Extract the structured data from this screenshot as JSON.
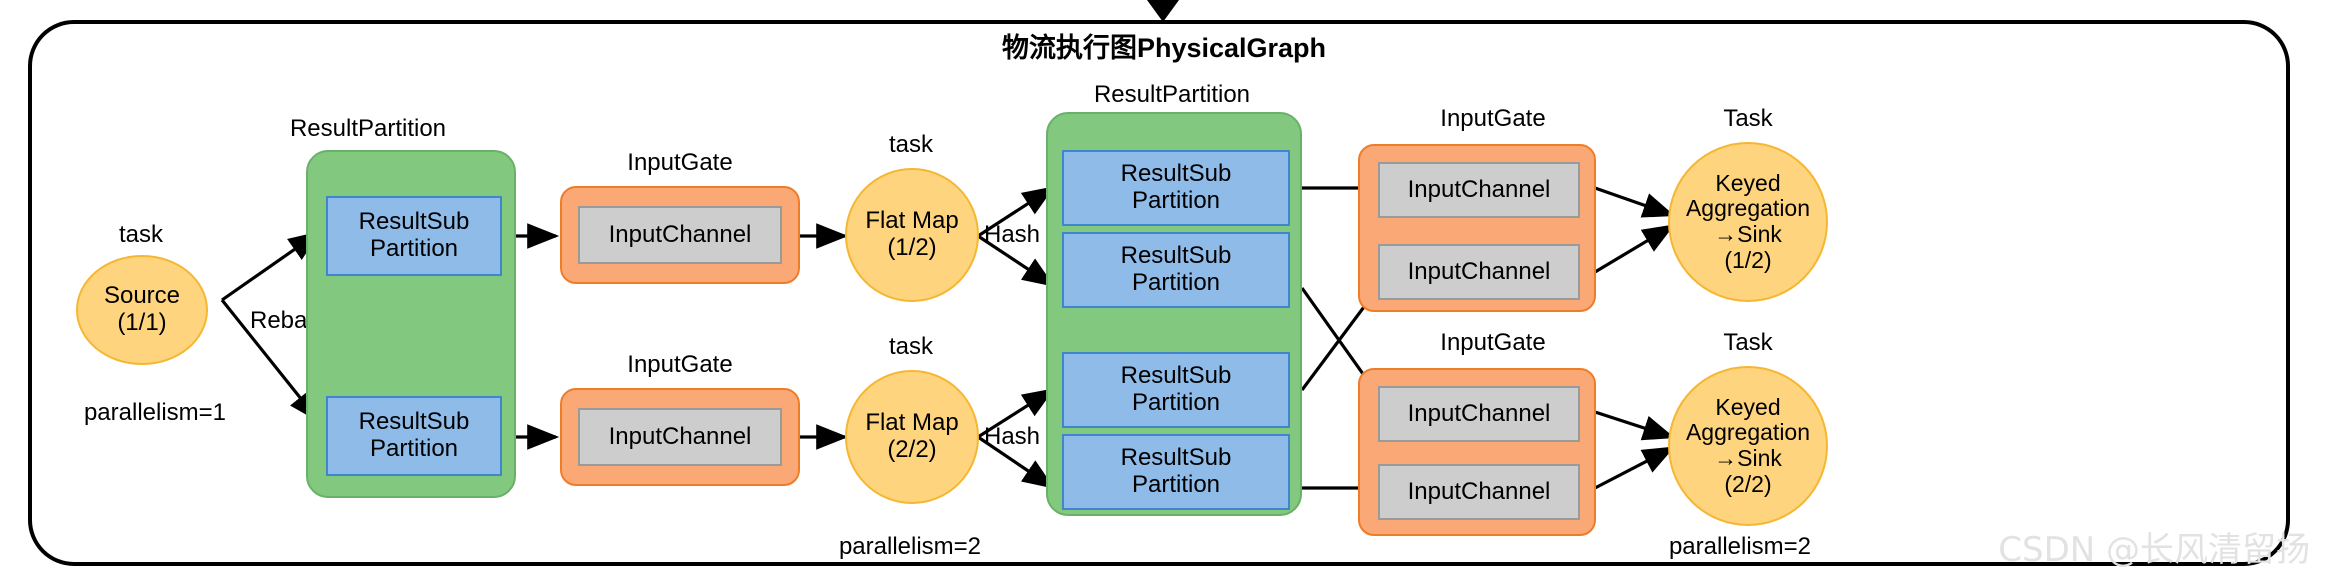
{
  "diagram": {
    "title": "物流执行图PhysicalGraph",
    "watermark": "CSDN @长风清留扬"
  },
  "stage1": {
    "task_caption": "task",
    "source_line1": "Source",
    "source_line2": "(1/1)",
    "parallelism": "parallelism=1",
    "edge_label": "Rebalance",
    "result_partition_caption": "ResultPartition",
    "sub_partitions": [
      {
        "line1": "ResultSub",
        "line2": "Partition"
      },
      {
        "line1": "ResultSub",
        "line2": "Partition"
      }
    ]
  },
  "stage2": {
    "input_gate_caption_top": "InputGate",
    "input_gate_caption_bottom": "InputGate",
    "input_channel_top": "InputChannel",
    "input_channel_bottom": "InputChannel",
    "task_caption_top": "task",
    "task_caption_bottom": "task",
    "flatmap_top_line1": "Flat Map",
    "flatmap_top_line2": "(1/2)",
    "flatmap_bottom_line1": "Flat Map",
    "flatmap_bottom_line2": "(2/2)",
    "parallelism": "parallelism=2",
    "edge_label_top": "Hash",
    "edge_label_bottom": "Hash",
    "result_partition_caption": "ResultPartition",
    "sub_partitions": [
      {
        "line1": "ResultSub",
        "line2": "Partition"
      },
      {
        "line1": "ResultSub",
        "line2": "Partition"
      },
      {
        "line1": "ResultSub",
        "line2": "Partition"
      },
      {
        "line1": "ResultSub",
        "line2": "Partition"
      }
    ]
  },
  "stage3": {
    "input_gate_caption_top": "InputGate",
    "input_gate_caption_bottom": "InputGate",
    "input_channels_top": [
      "InputChannel",
      "InputChannel"
    ],
    "input_channels_bottom": [
      "InputChannel",
      "InputChannel"
    ],
    "task_caption_top": "Task",
    "task_caption_bottom": "Task",
    "sink_top_line1": "Keyed",
    "sink_top_line2": "Aggregation",
    "sink_top_line3": "→Sink",
    "sink_top_line4": "(1/2)",
    "sink_bottom_line1": "Keyed",
    "sink_bottom_line2": "Aggregation",
    "sink_bottom_line3": "→Sink",
    "sink_bottom_line4": "(2/2)",
    "parallelism": "parallelism=2"
  },
  "colors": {
    "task_fill": "#ffd47f",
    "task_stroke": "#f5b731",
    "partition_fill": "#82c97f",
    "partition_stroke": "#69b168",
    "subpartition_fill": "#8fbbe8",
    "subpartition_stroke": "#3f87cd",
    "gate_fill": "#fba877",
    "gate_stroke": "#f07c28",
    "channel_fill": "#cdcdcd",
    "channel_stroke": "#9a9a9a",
    "frame_stroke": "#000000"
  }
}
